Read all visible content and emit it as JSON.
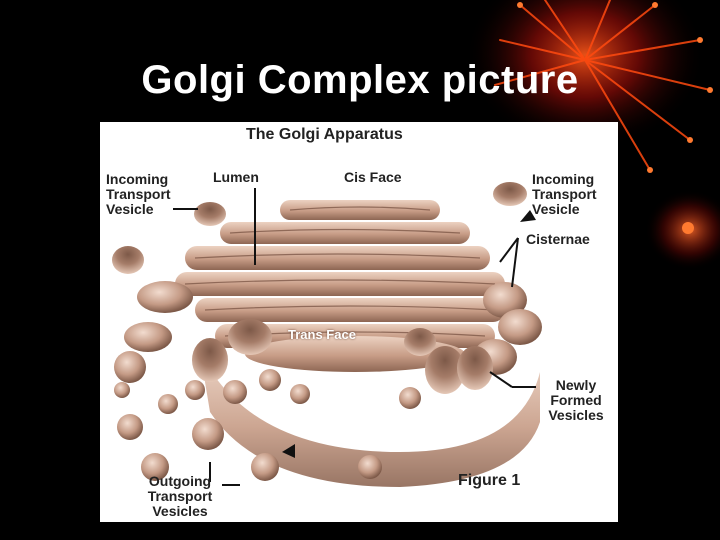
{
  "slide": {
    "title": "Golgi Complex picture"
  },
  "figure": {
    "heading": "The Golgi Apparatus",
    "labels": {
      "incoming_left": "Incoming Transport Vesicle",
      "lumen": "Lumen",
      "cis_face": "Cis Face",
      "incoming_right": "Incoming Transport Vesicle",
      "cisternae": "Cisternae",
      "trans_face": "Trans Face",
      "newly_formed": "Newly Formed Vesicles",
      "outgoing": "Outgoing Transport Vesicles",
      "figure_caption": "Figure 1"
    },
    "colors": {
      "membrane": "#c9a08a",
      "membrane_dark": "#8d6653",
      "membrane_light": "#e7cbbb"
    }
  }
}
